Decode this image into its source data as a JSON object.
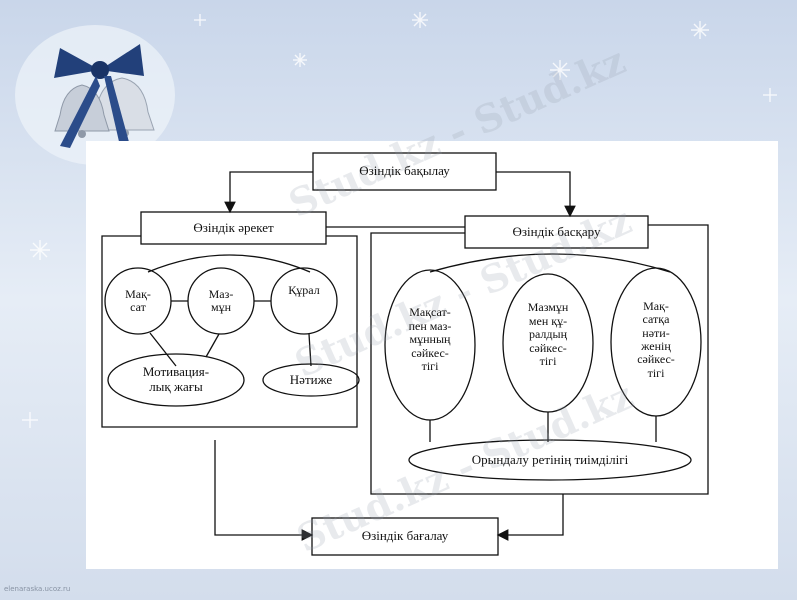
{
  "diagram": {
    "top": "Өзіндік бақылау",
    "left_head": "Өзіндік әрекет",
    "right_head": "Өзіндік басқару",
    "bottom": "Өзіндік бағалау",
    "left_ovals": [
      "Мақ-\nсат",
      "Маз-\nмұн",
      "Құрал"
    ],
    "motivation": "Мотивация-\nлық жағы",
    "result": "Нәтиже",
    "right_ovals": [
      "Мақсат-\nпен маз-\nмұнның\nсәйкес-\nтігі",
      "Мазмұн\nмен құ-\nралдың\nсәйкес-\nтігі",
      "Мақ-\nсатқа\nнәти-\nженің\nсәйкес-\nтігі"
    ],
    "efficiency": "Орындалу ретінің тиімділігі"
  },
  "watermark": [
    "Stud.kz - Stud.kz",
    "Stud.kz - Stud.kz",
    "Stud.kz - Stud.kz"
  ],
  "footer": "elenaraska.ucoz.ru"
}
